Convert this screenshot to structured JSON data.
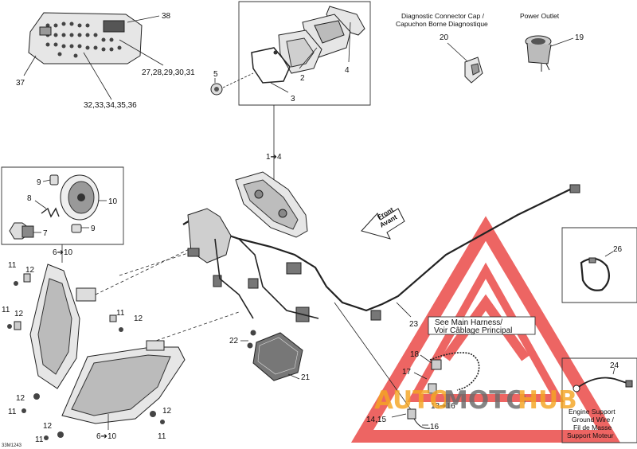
{
  "diagram_id": "33M1243",
  "captions": {
    "diag_cap_line1": "Diagnostic Connector Cap /",
    "diag_cap_line2": "Capuchon Borne Diagnostique",
    "power_outlet": "Power Outlet",
    "front_line1": "Front",
    "front_line2": "Avant",
    "harness_line1": "See Main Harness/",
    "harness_line2": "Voir Câblage Principal",
    "ground_line1": "Engine Support",
    "ground_line2": "Ground Wire /",
    "ground_line3": "Fil de Masse",
    "ground_line4": "Support Moteur"
  },
  "callouts": {
    "c38": "38",
    "c37": "37",
    "c27_31": "27,28,29,30,31",
    "c32_36": "32,33,34,35,36",
    "c5": "5",
    "c2": "2",
    "c3": "3",
    "c4": "4",
    "c20": "20",
    "c19": "19",
    "c1to4": "1➔4",
    "c9a": "9",
    "c8": "8",
    "c10": "10",
    "c7": "7",
    "c9b": "9",
    "c6to10a": "6➔10",
    "c11a": "11",
    "c12a": "12",
    "c11b": "11",
    "c12b": "12",
    "c11c": "11",
    "c12c": "12",
    "c22": "22",
    "c21": "21",
    "c23": "23",
    "c26": "26",
    "c18": "18",
    "c17": "17",
    "c24": "24",
    "c13to16": "13➔16",
    "c14_15": "14,15",
    "c16": "16",
    "c12d": "12",
    "c11d": "11",
    "c12e": "12",
    "c11e": "11",
    "c12f": "12",
    "c11f": "11",
    "c6to10b": "6➔10"
  },
  "watermark": {
    "text_auto": "AUTO",
    "text_moto": "MOTO",
    "text_hub": "HUB",
    "color_red": "#e8322f",
    "color_orange": "#f5a623",
    "color_gray": "#6b6b6b"
  }
}
